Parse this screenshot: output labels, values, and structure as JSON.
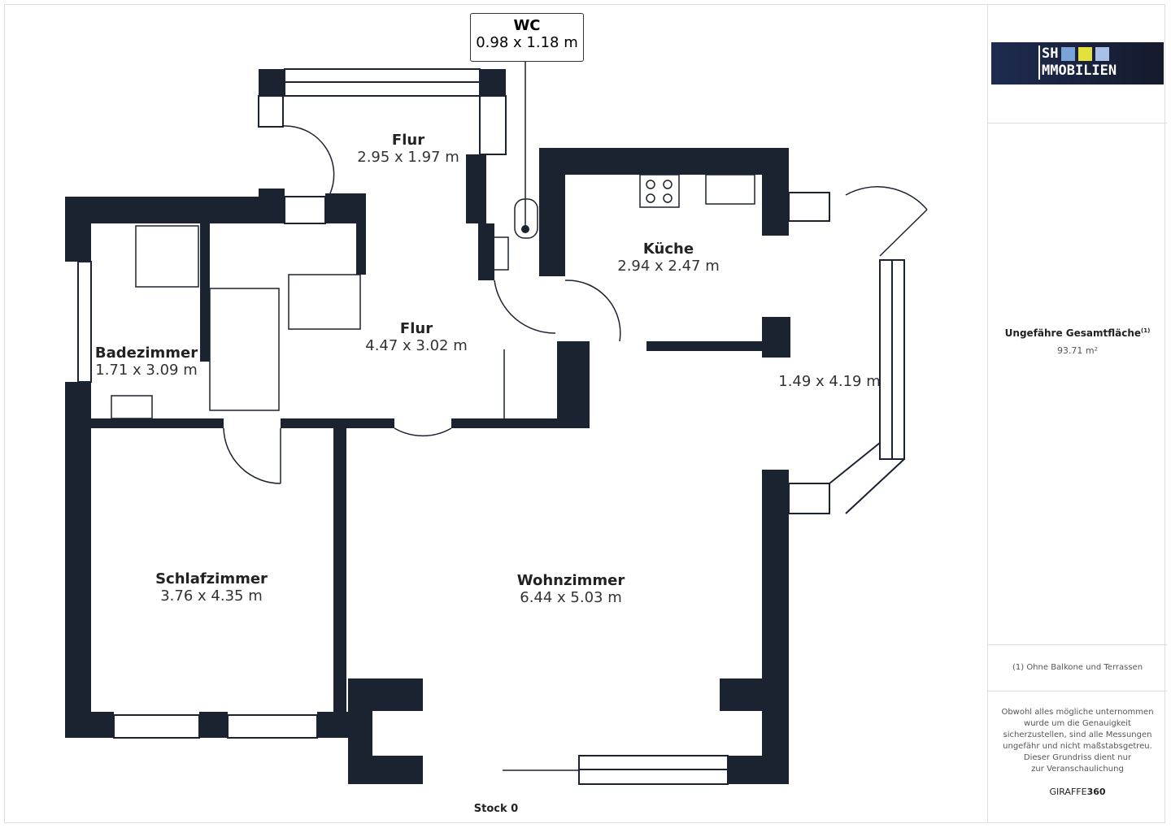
{
  "rooms": [
    {
      "name": "Flur",
      "dims": "2.95 x 1.97 m"
    },
    {
      "name": "Küche",
      "dims": "2.94 x 2.47 m"
    },
    {
      "name": "Flur",
      "dims": "4.47 x 3.02 m"
    },
    {
      "name": "Badezimmer",
      "dims": "1.71 x 3.09 m"
    },
    {
      "name": "",
      "dims": "1.49 x 4.19 m"
    },
    {
      "name": "Schlafzimmer",
      "dims": "3.76 x 4.35 m"
    },
    {
      "name": "Wohnzimmer",
      "dims": "6.44 x 5.03 m"
    }
  ],
  "wc": {
    "name": "WC",
    "dims": "0.98 x 1.18 m"
  },
  "floor_label": "Stock 0",
  "sidebar": {
    "logo_text": "ISH IMMOBILIEN",
    "logo_line1": "SH",
    "logo_line2": "MMOBILIEN",
    "area_title": "Ungefähre Gesamtfläche",
    "area_sup": "(1)",
    "area_value": "93.71 m²",
    "footnote": "(1) Ohne Balkone und Terrassen",
    "disclaimer": [
      "Obwohl alles mögliche unternommen",
      "wurde um die Genauigkeit",
      "sicherzustellen, sind alle Messungen",
      "ungefähr und nicht maßstabsgetreu.",
      "Dieser Grundriss dient nur",
      "zur Veranschaulichung"
    ],
    "brand_a": "GIRAFFE",
    "brand_b": "360"
  },
  "colors": {
    "wall": "#1b2230",
    "logo_bg": "#1e2b4f",
    "sq1": "#7aa3d8",
    "sq2": "#e4e23a",
    "sq3": "#a9c0e6"
  }
}
